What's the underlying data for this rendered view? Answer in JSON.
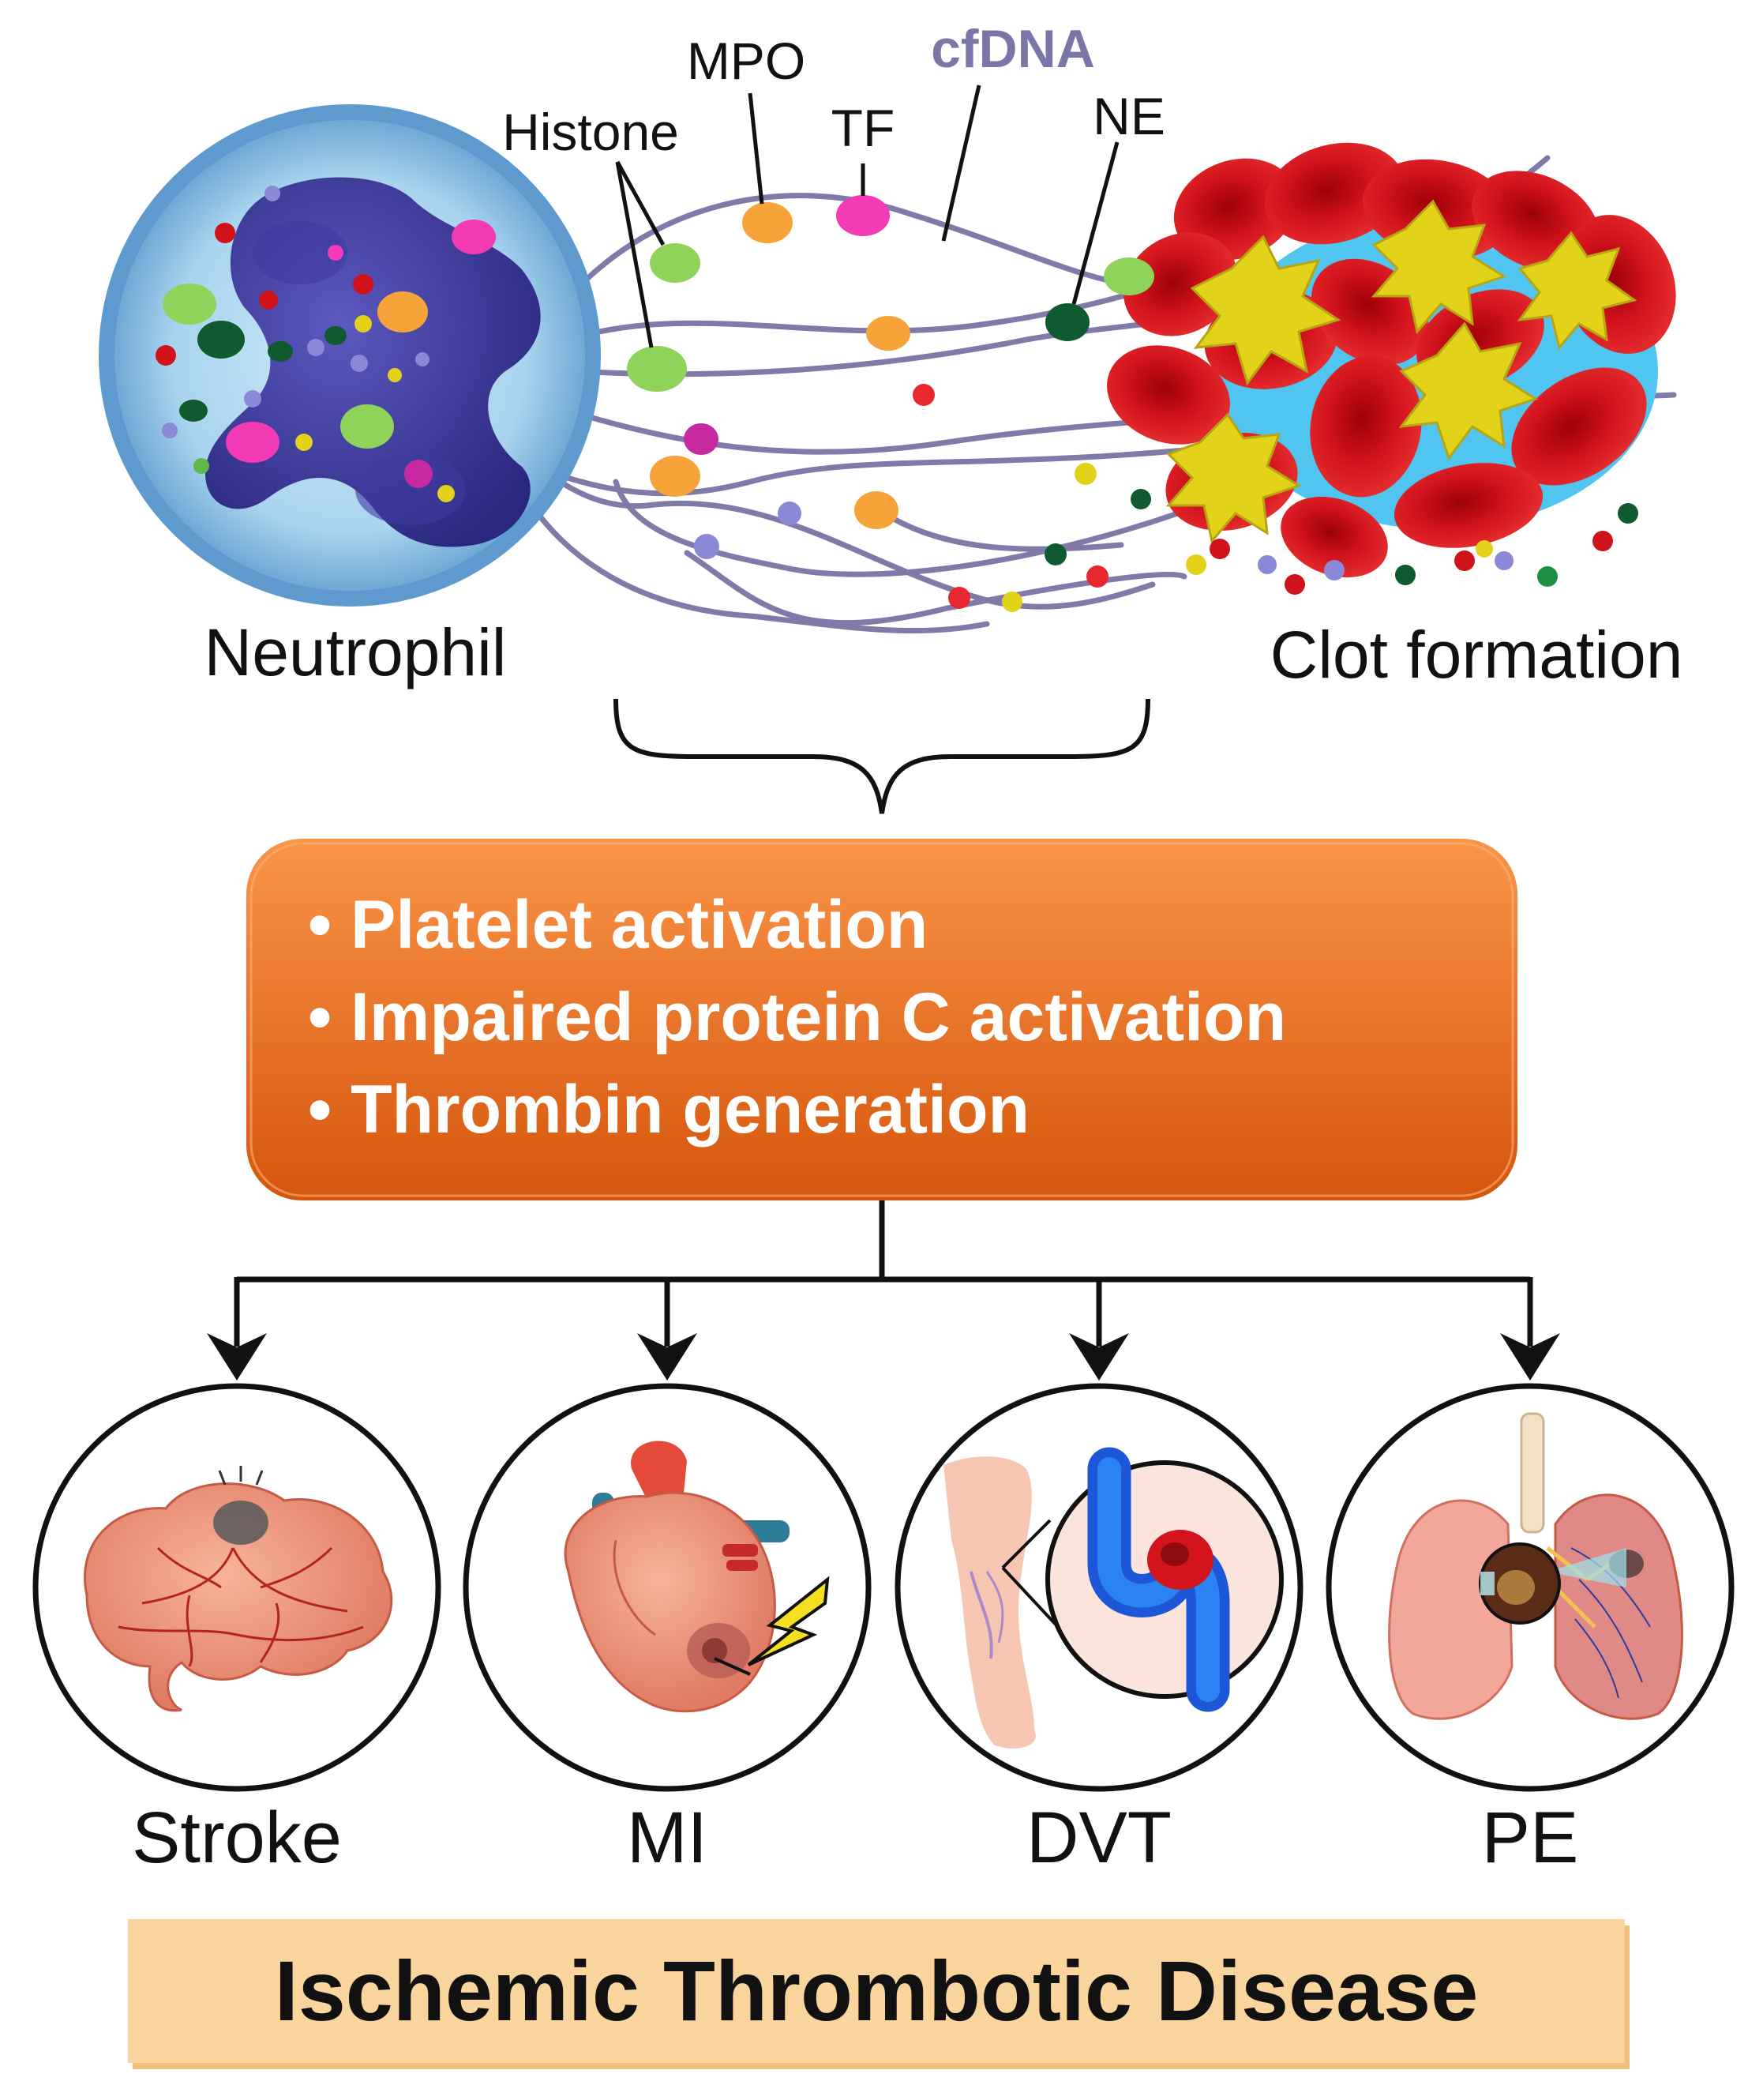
{
  "nets_labels": {
    "mpo": "MPO",
    "histone": "Histone",
    "tf": "TF",
    "cfdna": "cfDNA",
    "ne": "NE"
  },
  "cells": {
    "neutrophil": "Neutrophil",
    "clot": "Clot formation"
  },
  "mechanisms": [
    "• Platelet activation",
    "• Impaired protein C activation",
    "• Thrombin generation"
  ],
  "outcomes": [
    "Stroke",
    "MI",
    "DVT",
    "PE"
  ],
  "footer": "Ischemic Thrombotic Disease",
  "colors": {
    "orange_box_top": "#F7873A",
    "orange_box_bottom": "#D95A10",
    "footer_bg": "#F9D49C",
    "cfdna_label": "#7B76A8",
    "net_fiber": "#7F7AA8",
    "rbc": "#D0121B",
    "platelet": "#E2D21A",
    "histone_bead": "#8FD35A",
    "mpo_bead": "#F6A33A",
    "tf_bead": "#F43BB6",
    "ne_bead": "#0F5A2E"
  }
}
